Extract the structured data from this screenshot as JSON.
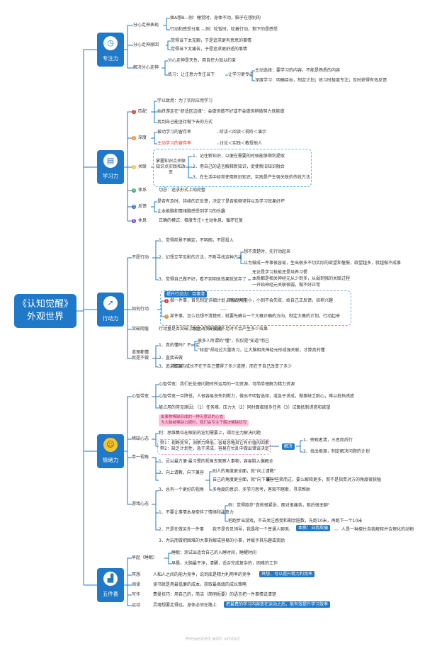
{
  "root": {
    "line1": "《认知觉醒》",
    "line2": "外观世界"
  },
  "branches": {
    "focus": {
      "label": "专注力",
      "icon": "clock-icon"
    },
    "learning": {
      "label": "学习力",
      "icon": "book-icon"
    },
    "action": {
      "label": "行动力",
      "icon": "runner-icon"
    },
    "emotion": {
      "label": "情绪力",
      "icon": "smile-icon"
    },
    "toolkit": {
      "label": "五件套",
      "icon": "podium-icon"
    }
  },
  "focus": {
    "a": "分心走神表现",
    "a1": "個A想B",
    "a1_ex": "例：睡觉时，身体不动，脑子在想别的",
    "a2": "行动和感受分离",
    "a2_ex": "例：吃饭时，吃着行动，剩下的是感受",
    "b": "分心走神原因",
    "b1": "觉得当下太无聊，于是追求更有意思的事情",
    "b2": "觉得当下太痛苦，于是追求更舒适的事情",
    "c": "解决分心走神",
    "c1": "分心走神是天性，用自控力加以约束",
    "c2": "练习：让注意力专注当下",
    "c2a": "让学习更专注",
    "c2a1": "主动选择：要学习的内容，不能是熟悉的内容",
    "c2a2": "深度学习：明确目标，制定计划；练习时极度专注；及时获得有效反馈"
  },
  "learning": {
    "n1": "匹配",
    "n1a": "学以致用：为了实际应用学习",
    "n1b": "始终游走在\"舒适区边缘\"：会做但做不好或不会做但稍微努力就能做",
    "n1c": "找到自己能坚持做下去的方式",
    "n2": "深度",
    "n2a": "被动学习的留存率",
    "n2a_ex": "听讲＜阅读＜视听＜演示",
    "n2b": "主动学习的留存率",
    "n2b_ex": "讨论＜实践＜教授他人",
    "n3": "关联",
    "n3_mid": "掌握知识点关联知识点实践和改变",
    "n3a": "1、记住新知识，以便在需要的时候能够顺利提取",
    "n3b": "2、用自己的语言解释新知识，促使新旧知识融合",
    "n3c": "3、在生活中经常使用新旧知识，实践是产生强关联的传统方法",
    "n4": "体系",
    "n4a": "切忌：追求形式上的完整",
    "n5": "反馈",
    "n5a": "是否有及时、持续的正反馈，决定了是否能够坚持以及学习效果好坏",
    "n5b": "让本能脑和情绪脑感受到学习的乐趣",
    "n6": "休息",
    "n6a": "正确的模式：极度专注+主动休息，循环往复"
  },
  "action": {
    "a": "不愿行动",
    "a1": "1、觉得前景不确定，不明朗，不愿投入",
    "a2": "2、幻想立竿见影的方法，不断寻找这种方法",
    "a2x": "想不清楚时，先行动起来",
    "a2y": "以为做成一件事很容易，生出很多不切实际的欲望和憧憬，欲望越多，就越做不成事",
    "a3": "3、觉得自己做不好，看不到明显效果就放弃了",
    "a3x": "无论是学习技能还是培养习惯",
    "a3y": "本质都是相关神经元从少到多，从弱到强的关联过程",
    "a3z": "一开始神经元关联很弱，做不好正常",
    "b": "如何行动",
    "b_tag": "提升行动力：目事清",
    "b1": "做一件事，首先制定详细计划，然后执行",
    "b1x": "目标尽可能小，小到不会失败，给自己正反馈，培养兴趣",
    "b2": "某件事，怎么也想不清楚时，就要先确认一个大概正确的方向，制定大概的计划，行动起来",
    "c": "突破阈值",
    "c1": "行动量是否突破了发生改变的阈值",
    "c1x": "比如：广告投放不足时不会产生多少效果",
    "d": "道理都懂就是不做",
    "d1": "1、真的懂吗？不一定",
    "d1x": "很多人所谓的\"懂\"，仅仅是\"知道\"而已",
    "d1y": "\"知道\"却经过大量练习，让大脑相关神经元形成强关联，才算真的懂",
    "d2": "2、直接去做",
    "d3": "3、追求结果",
    "d3x": "真正的成长不在于自己懂得了多少道理，而在于自己改变了多少"
  },
  "emotion": {
    "a": "心智带宽",
    "a1": "心智带宽：我们在处理问题时所运用的一切资源，可简单理解为精力资源",
    "a2": "心智带宽一旦降低，人很容易丧失判断力，做出不明智选择，或急于求成，做事缺乏耐心，难以抵挡诱惑",
    "a3": "被占用的常见原因：（1）任务难，压力大（2）同时面临很多任务（3）试图抵制诱惑和欲望",
    "b": "稀缺心态",
    "b_note1": "由事物稀缺形成的一种无意识的心态",
    "b_note2": "当大脑被稀缺占据时，我们会专注于解决稀缺状况",
    "b1": "利：思维集中在眼前的迫切需要上，竭尽全力解决问题",
    "b2a": "弊1：视野变窄，洞察力降低，容易忽略其它有价值的因素",
    "b2b": "弊2：缺乏计划性，急于求成，容易在忙乱中做出错误决定",
    "b_sol": "解决",
    "b_sol1": "1、旁观者清，三思而后行",
    "b_sol2": "2、找出根源，制定解决问题的计划",
    "c": "单一视角",
    "c1": "1、忌以最方便·最习惯的视角去观察人事物，容易陷入偏概全",
    "c2": "2、向上请教，向下兼容",
    "c2x": "别人的角度更全面，就\"向上请教\"",
    "c2y": "自己的角度更全面，就\"向下兼容\"",
    "c2z": "要一些笑而过，要么解释更多，而不是指责对方的角度很狭隘",
    "c3": "3、总有一个更好的视角",
    "c3x": "多角度的意识，多学习思考，客观不瞎断，寻求帮助",
    "d": "游戏心态",
    "d1": "1、不要让事情本身牵绊了情绪和注意力",
    "d1x": "例：觉得跑步\"真煎很紧张，面对很痛苦，跑后很无聊\"",
    "d1y": "把跑步当游戏，不去关注感受和剩余圈数，先跑10米，再跑下一个10米",
    "d2": "2、只是在做另外一件事",
    "d2x": "我不是去见领导，我是和一个普通人聊天",
    "d2_tag": "本质：自我欺骗",
    "d2y": "人是一种擅长自我解释并合理化的动物",
    "d3": "3、为玩而做",
    "d3x": "把困难的大事拆解成容易的小事，并赋予其乐趣或奖励"
  },
  "toolkit": {
    "a": "早起（睡眠）",
    "a1": "睡眠：测试出适合自己的入睡时间，睡醒时间",
    "a2": "早晨，大脑最干净，清醒，适合完成复杂的，困难的工作",
    "b": "冥想",
    "b1": "人和人之间的能力竞争，说到底是精力利用率的竞争",
    "b_tag": "冥想，可以提升精力利用率",
    "c": "阅读",
    "c1": "读书就是用最低廉的成本，获取最高级的成长策略",
    "d": "写作",
    "d1": "费曼技巧：用自己的，简洁（简明扼要）的语言把一件事情说清楚",
    "e": "运动",
    "e1": "灵魂想要走得远，身体必须在路上",
    "e_tag": "把最费的学习内容放在运动之后，能有效提升学习效率"
  },
  "footer": {
    "text": "Presented with xmind"
  }
}
